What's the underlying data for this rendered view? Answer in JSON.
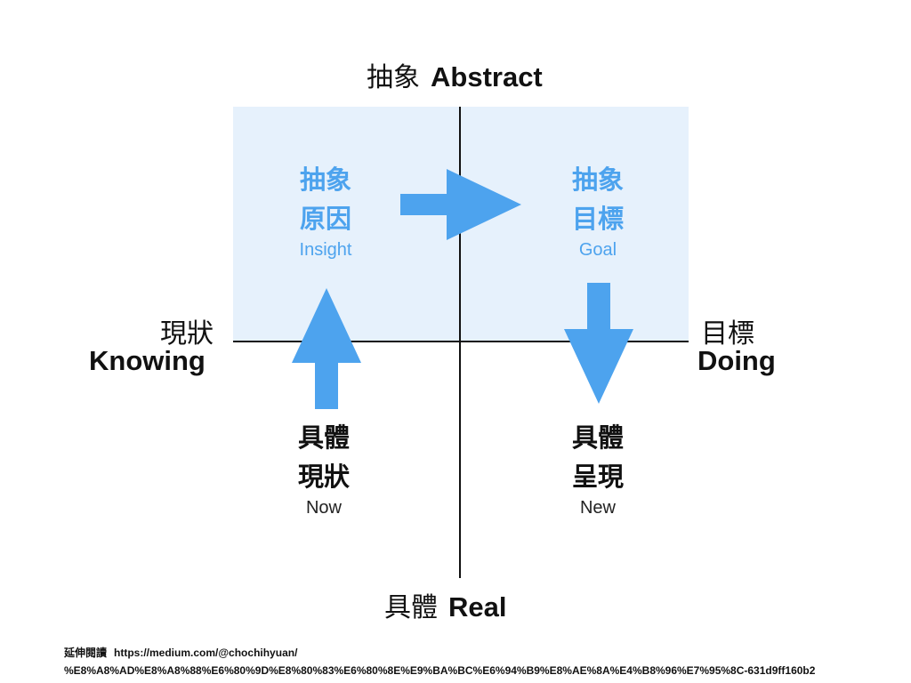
{
  "axes": {
    "top": {
      "cjk": "抽象",
      "en": "Abstract"
    },
    "bottom": {
      "cjk": "具體",
      "en": "Real"
    },
    "left": {
      "cjk": "現狀",
      "en": "Knowing"
    },
    "right": {
      "cjk": "目標",
      "en": "Doing"
    }
  },
  "quadrants": {
    "insight": {
      "line1": "抽象",
      "line2": "原因",
      "en": "Insight"
    },
    "goal": {
      "line1": "抽象",
      "line2": "目標",
      "en": "Goal"
    },
    "now": {
      "line1": "具體",
      "line2": "現狀",
      "en": "Now"
    },
    "new": {
      "line1": "具體",
      "line2": "呈現",
      "en": "New"
    }
  },
  "footer": {
    "label": "延伸閱讀",
    "url_line1": "https://medium.com/@chochihyuan/",
    "url_line2": "%E8%A8%AD%E8%A8%88%E6%80%9D%E8%80%83%E6%80%8E%E9%BA%BC%E6%94%B9%E8%AE%8A%E4%B8%96%E7%95%8C-631d9ff160b2"
  },
  "colors": {
    "panel": "#e6f1fc",
    "arrow": "#4da3ee",
    "axis": "#111111"
  }
}
